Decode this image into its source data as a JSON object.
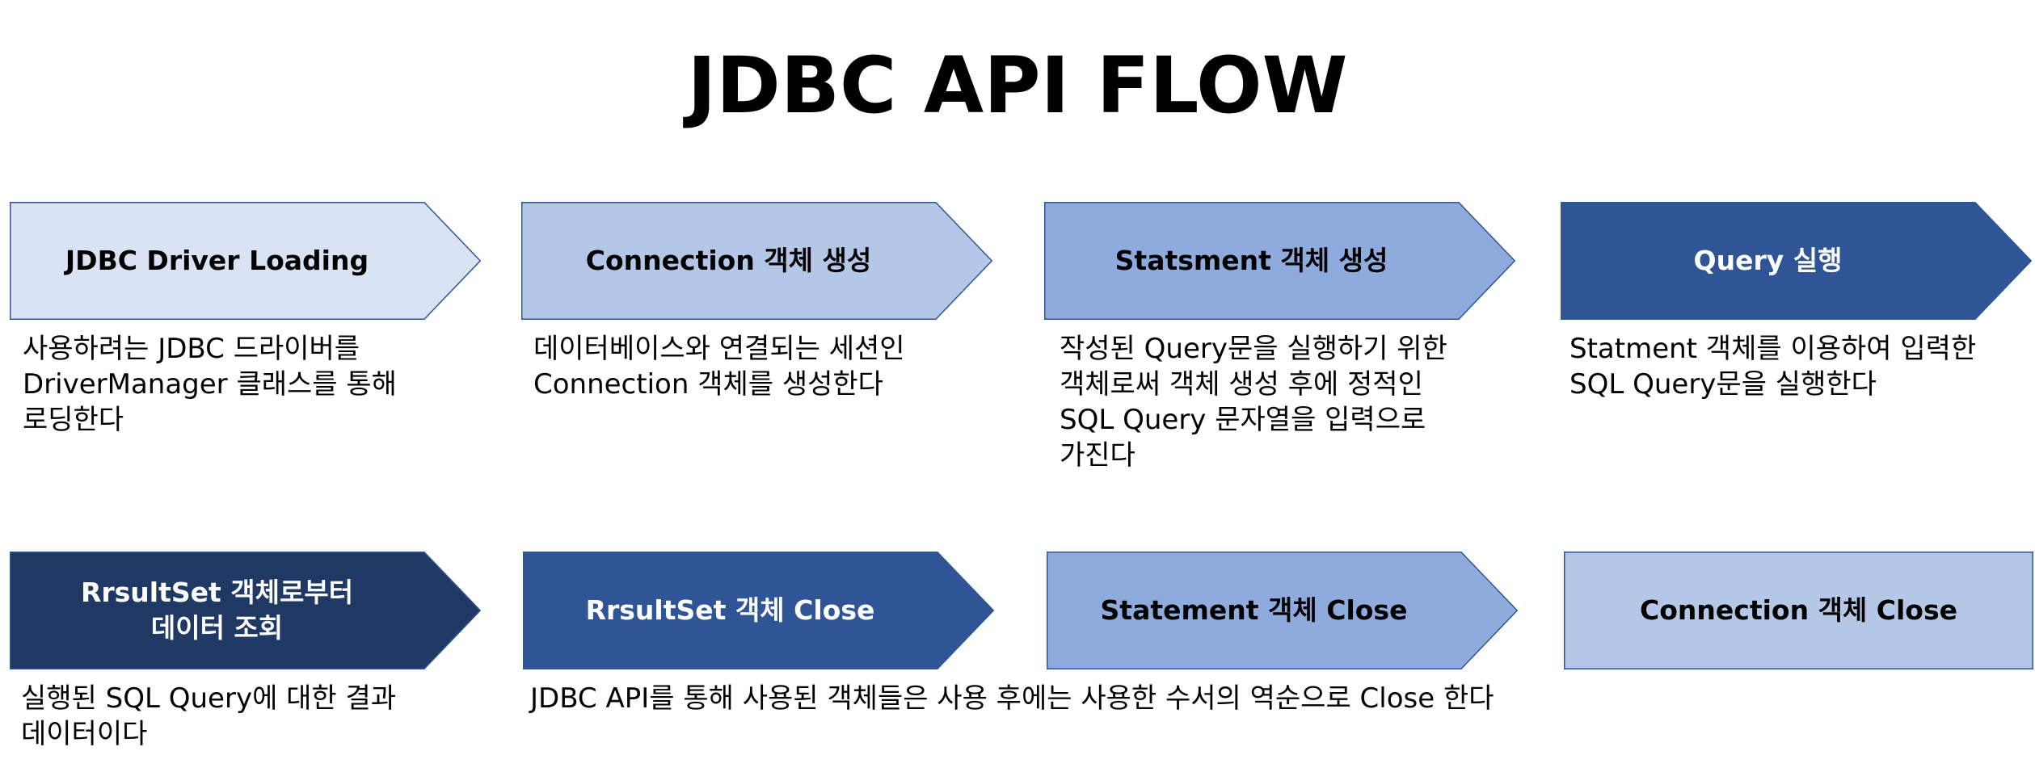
{
  "title": "JDBC API FLOW",
  "colors": {
    "light": "#dae3f3",
    "medium_light": "#b4c7e7",
    "medium": "#8faadc",
    "dark": "#2f5597",
    "darkest": "#203864",
    "stroke": "#2f5597"
  },
  "steps": [
    {
      "label": "JDBC Driver Loading",
      "fill": "#dae3f3",
      "text_color": "#000000",
      "shape": "arrow"
    },
    {
      "label": "Connection 객체 생성",
      "fill": "#b4c7e7",
      "text_color": "#000000",
      "shape": "arrow"
    },
    {
      "label": "Statsment 객체 생성",
      "fill": "#8faadc",
      "text_color": "#000000",
      "shape": "arrow"
    },
    {
      "label": "Query 실행",
      "fill": "#2f5597",
      "text_color": "#ffffff",
      "shape": "arrow"
    },
    {
      "label": "RrsultSet 객체로부터\n데이터 조회",
      "fill": "#203864",
      "text_color": "#ffffff",
      "shape": "arrow"
    },
    {
      "label": "RrsultSet 객체 Close",
      "fill": "#2f5597",
      "text_color": "#ffffff",
      "shape": "arrow"
    },
    {
      "label": "Statement 객체 Close",
      "fill": "#8faadc",
      "text_color": "#000000",
      "shape": "arrow"
    },
    {
      "label": "Connection 객체 Close",
      "fill": "#b4c7e7",
      "text_color": "#000000",
      "shape": "rect"
    }
  ],
  "descriptions": [
    "사용하려는 JDBC 드라이버를\nDriverManager 클래스를 통해\n로딩한다",
    "데이터베이스와 연결되는 세션인\nConnection 객체를 생성한다",
    "작성된 Query문을 실행하기 위한\n객체로써 객체 생성 후에 정적인\nSQL Query 문자열을 입력으로\n가진다",
    "Statment 객체를 이용하여 입력한\nSQL Query문을 실행한다",
    "실행된 SQL Query에 대한 결과\n데이터이다",
    "JDBC API를 통해 사용된 객체들은 사용 후에는 사용한 수서의 역순으로 Close 한다"
  ]
}
